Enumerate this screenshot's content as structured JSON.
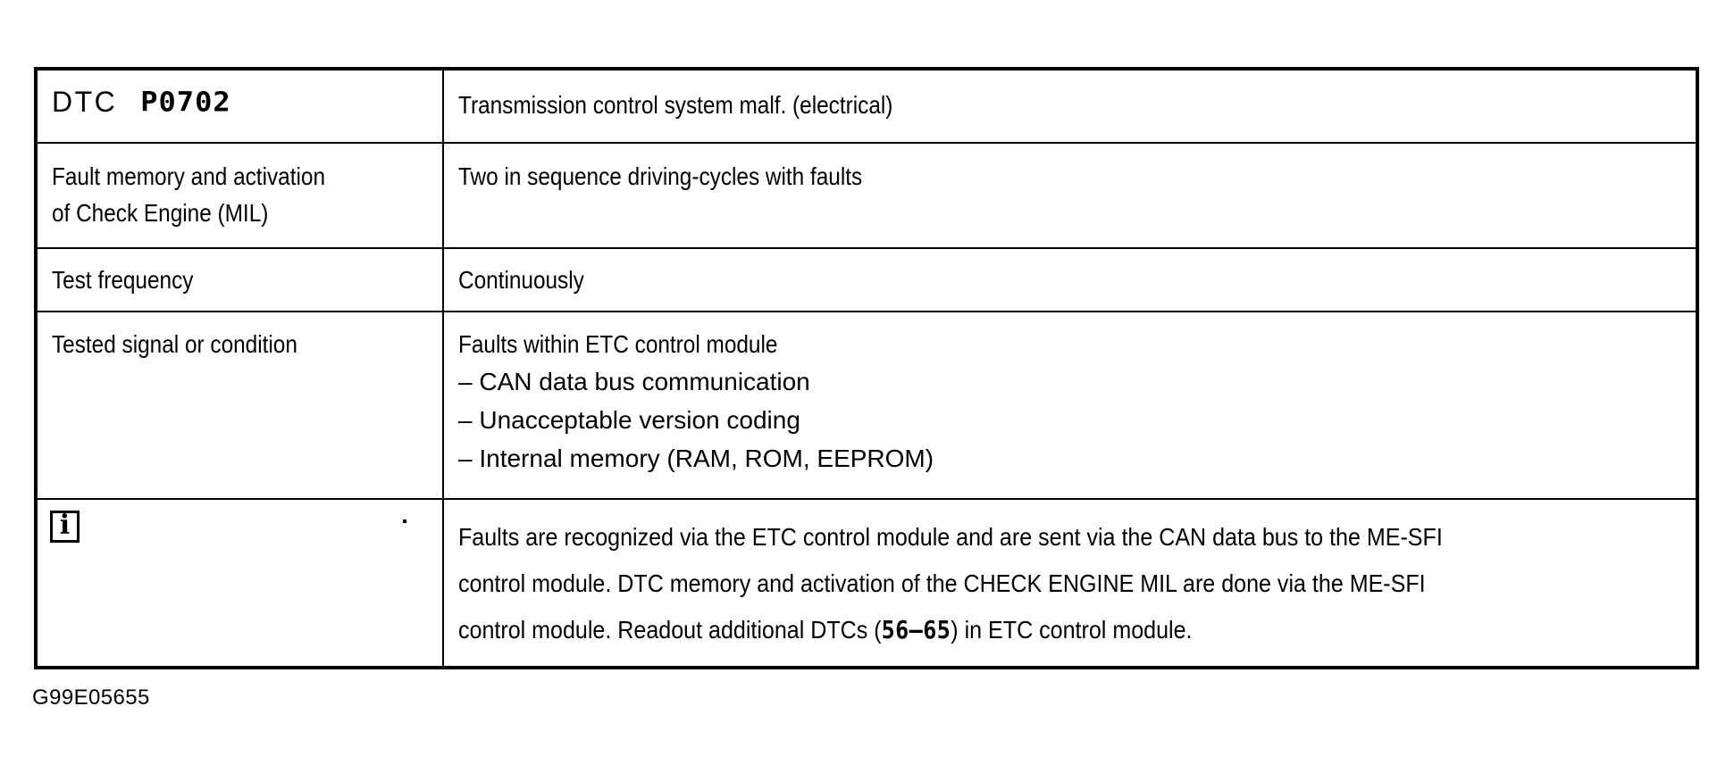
{
  "document": {
    "caption": "G99E05655",
    "icons": {
      "info": "i"
    }
  },
  "table": {
    "rows": [
      {
        "label_prefix": "DTC",
        "label_code": "P0702",
        "value": "Transmission control system malf. (electrical)"
      },
      {
        "label_line1": "Fault memory and activation",
        "label_line2": "of Check Engine (MIL)",
        "value": "Two in sequence driving-cycles with faults"
      },
      {
        "label": "Test frequency",
        "value": "Continuously"
      },
      {
        "label": "Tested signal or condition",
        "value_heading": "Faults within ETC control module",
        "bullets": [
          "– CAN data bus communication",
          "– Unacceptable version coding",
          "– Internal memory (RAM, ROM, EEPROM)"
        ]
      },
      {
        "label_icon": "info-icon",
        "note_line1": "Faults are recognized via the ETC control module and are sent via the CAN data bus to the ME-SFI",
        "note_line2": "control module.  DTC memory and activation of the CHECK ENGINE MIL are done via the ME-SFI",
        "note_line3_a": "control module.  Readout additional DTCs (",
        "note_line3_code": "56–65",
        "note_line3_b": ") in ETC control module."
      }
    ]
  },
  "colors": {
    "ink": "#000000",
    "paper": "#ffffff"
  }
}
